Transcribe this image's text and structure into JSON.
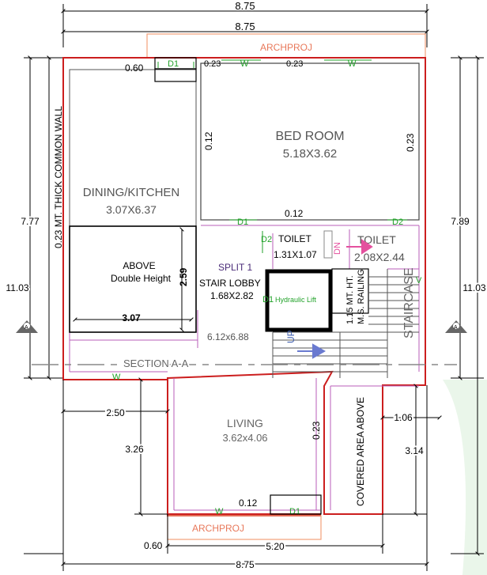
{
  "title_marks": {
    "top": "ARCHPROJ",
    "bottom": "ARCHPROJ"
  },
  "rooms": {
    "bed_room": {
      "name": "BED ROOM",
      "size": "5.18X3.62"
    },
    "dining": {
      "name": "DINING/KITCHEN",
      "size": "3.07X6.37"
    },
    "above": {
      "line1": "ABOVE",
      "line2": "Double Height"
    },
    "toilet1": {
      "name": "TOILET",
      "size": "1.31X1.07"
    },
    "toilet2": {
      "name": "TOILET",
      "size": "2.08X2.44"
    },
    "split": "SPLIT 1",
    "stair_lobby": {
      "name": "STAIR LOBBY",
      "size": "1.68X2.82"
    },
    "hall_size": "6.12x6.88",
    "living": {
      "name": "LIVING",
      "size": "3.62x4.06"
    },
    "covered": "COVERED AREA ABOVE",
    "staircase": "STAIRCASE"
  },
  "notes": {
    "common_wall": "0.23 MT. THICK COMMON WALL",
    "railing1": "1.15 MT. HT.",
    "railing2": "M.S. RAILING",
    "hydraulic_lift": "Hydraulic Lift",
    "section": "SECTION A-A",
    "up": "UP",
    "dn": "DN",
    "section_mark": "A"
  },
  "openings": {
    "d1": "D1",
    "d2": "D2",
    "w": "W",
    "v": "V"
  },
  "dimensions": {
    "top_overall_1": "8.75",
    "top_overall_2": "8.75",
    "bottom_overall": "8.75",
    "bottom_inner": "5.20",
    "bottom_left": "0.60",
    "top_left": "0.60",
    "wall_0_23_a": "0.23",
    "wall_0_23_b": "0.23",
    "bed_left": "0.12",
    "bed_right": "0.23",
    "bed_bottom": "0.12",
    "left_7_77": "7.77",
    "left_11_03": "11.03",
    "right_7_89": "7.89",
    "right_11_03": "11.03",
    "above_w": "3.07",
    "above_h": "2.59",
    "left_2_50": "2.50",
    "left_3_26": "3.26",
    "living_right": "0.23",
    "living_bottom": "0.12",
    "right_1_06": "1.06",
    "right_3_14": "3.14"
  }
}
